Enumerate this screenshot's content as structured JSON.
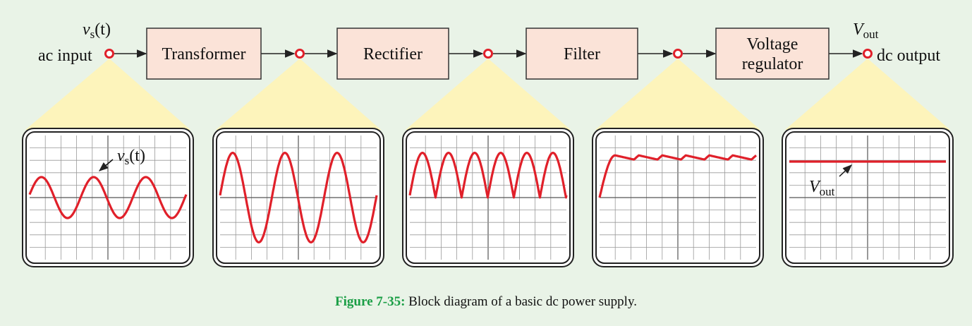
{
  "labels": {
    "input_signal": "v",
    "input_signal_sub": "s",
    "input_signal_arg": "(t)",
    "input_text": "ac input",
    "output_signal": "V",
    "output_signal_sub": "out",
    "output_text": "dc output"
  },
  "blocks": [
    {
      "lines": [
        "Transformer"
      ]
    },
    {
      "lines": [
        "Rectifier"
      ]
    },
    {
      "lines": [
        "Filter"
      ]
    },
    {
      "lines": [
        "Voltage",
        "regulator"
      ]
    }
  ],
  "scopes": [
    {
      "waveform": "sine",
      "annotation": {
        "main": "v",
        "sub": "s",
        "arg": "(t)"
      }
    },
    {
      "waveform": "sine-amplified"
    },
    {
      "waveform": "full-wave-rectified"
    },
    {
      "waveform": "ripple"
    },
    {
      "waveform": "dc",
      "annotation": {
        "main": "V",
        "sub": "out",
        "arg": ""
      }
    }
  ],
  "colors": {
    "background": "#e9f3e7",
    "block_fill": "#fbe3d8",
    "trace": "#e0202a",
    "node": "#e0202a",
    "beam": "#fdf4bb",
    "caption_label": "#1a9e45"
  },
  "caption": {
    "label": "Figure 7-35:",
    "text": "Block diagram of a basic dc power supply."
  }
}
